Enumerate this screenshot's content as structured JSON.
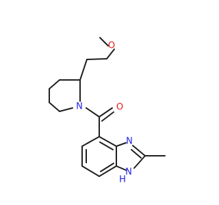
{
  "molecule": {
    "colors": {
      "bond": "#1f1f1f",
      "oxygen": "#e8191a",
      "nitrogen": "#2020e8"
    },
    "atoms": {
      "ether_oxygen": "O",
      "piperidine_nitrogen": "N",
      "carbonyl_oxygen": "O",
      "imidazole_nitrogen": "N",
      "imidazole_nh_n": "N",
      "imidazole_nh_h": "H"
    }
  }
}
